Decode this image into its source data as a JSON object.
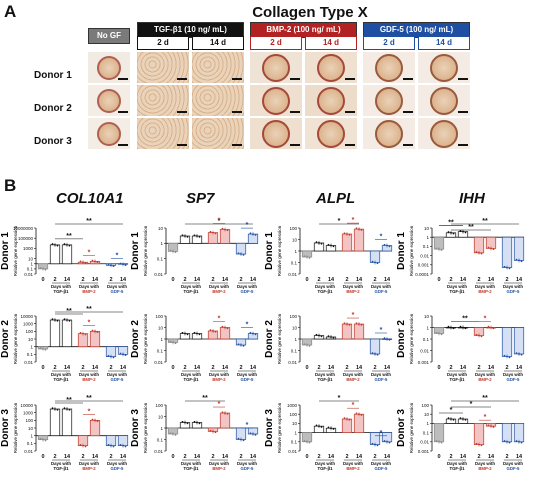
{
  "panel_a": {
    "letter": "A",
    "title": "Collagen Type X",
    "no_gf_label": "No GF",
    "groups": [
      {
        "label": "TGF-β1 (10 ng/ mL)",
        "color": "#111111",
        "days": [
          "2 d",
          "14 d"
        ]
      },
      {
        "label": "BMP-2 (100 ng/ mL)",
        "color": "#b22222",
        "days": [
          "2 d",
          "14 d"
        ]
      },
      {
        "label": "GDF-5 (100 ng/ mL)",
        "color": "#1f4fa3",
        "days": [
          "2 d",
          "14 d"
        ]
      }
    ],
    "donors": [
      "Donor 1",
      "Donor 2",
      "Donor 3"
    ]
  },
  "panel_b": {
    "letter": "B",
    "genes": [
      "COL10A1",
      "SP7",
      "ALPL",
      "IHH"
    ],
    "donors": [
      "Donor 1",
      "Donor 2",
      "Donor 3"
    ],
    "y_axis_label": "Relative gene expression",
    "x_labels": [
      "0",
      "2",
      "14",
      "2",
      "14",
      "2",
      "14"
    ],
    "group_labels": [
      {
        "line1": "Days with",
        "line2": "TGF-β1",
        "color": "#111111"
      },
      {
        "line1": "Days with",
        "line2": "BMP-2",
        "color": "#c0392b"
      },
      {
        "line1": "Days with",
        "line2": "GDF-5",
        "color": "#1f4fa3"
      }
    ],
    "bar_colors": [
      "#bdbdbd",
      "#ffffff",
      "#ffffff",
      "#f2c4c4",
      "#f2c4c4",
      "#d6e0f5",
      "#d6e0f5"
    ],
    "bar_strokes": [
      "#888888",
      "#111111",
      "#111111",
      "#c0392b",
      "#c0392b",
      "#1f4fa3",
      "#1f4fa3"
    ]
  },
  "chart_data": [
    {
      "type": "bar",
      "gene": "COL10A1",
      "donor": "Donor 1",
      "yticks": [
        "10000000",
        "100000",
        "1000",
        "10",
        "1",
        "0.1",
        "0.01"
      ],
      "ylim": [
        0.01,
        10000000
      ],
      "values": [
        0.1,
        5000,
        5000,
        2,
        3,
        0.5,
        0.8
      ],
      "sig": [
        [
          "**",
          1,
          6
        ],
        [
          "**",
          1,
          3
        ],
        [
          "*",
          3,
          4
        ],
        [
          "*",
          5,
          6
        ]
      ]
    },
    {
      "type": "bar",
      "gene": "SP7",
      "donor": "Donor 1",
      "yticks": [
        "10",
        "1",
        "0.1",
        "0.01"
      ],
      "ylim": [
        0.01,
        10
      ],
      "values": [
        0.3,
        3,
        3,
        5,
        8,
        0.2,
        4
      ],
      "sig": [
        [
          "*",
          1,
          6
        ],
        [
          "*",
          3,
          4
        ],
        [
          "*",
          5,
          6
        ]
      ]
    },
    {
      "type": "bar",
      "gene": "ALPL",
      "donor": "Donor 1",
      "yticks": [
        "100",
        "10",
        "1",
        "0.1",
        "0.01"
      ],
      "ylim": [
        0.01,
        100
      ],
      "values": [
        0.3,
        5,
        3,
        30,
        80,
        0.1,
        3
      ],
      "sig": [
        [
          "*",
          1,
          4
        ],
        [
          "*",
          3,
          4
        ],
        [
          "*",
          5,
          6
        ]
      ]
    },
    {
      "type": "bar",
      "gene": "IHH",
      "donor": "Donor 1",
      "yticks": [
        "10",
        "1",
        "0.1",
        "0.01",
        "0.001",
        "0.0001"
      ],
      "ylim": [
        0.0001,
        10
      ],
      "values": [
        0.05,
        3,
        4,
        0.02,
        0.06,
        0.0005,
        0.003
      ],
      "sig": [
        [
          "**",
          1,
          6
        ],
        [
          "**",
          1,
          4
        ],
        [
          "**",
          0,
          2
        ]
      ]
    },
    {
      "type": "bar",
      "gene": "COL10A1",
      "donor": "Donor 2",
      "yticks": [
        "10000",
        "1000",
        "100",
        "10",
        "1",
        "0.1",
        "0.01"
      ],
      "ylim": [
        0.01,
        10000
      ],
      "values": [
        0.5,
        3000,
        3000,
        50,
        100,
        0.05,
        0.1
      ],
      "sig": [
        [
          "**",
          1,
          6
        ],
        [
          "**",
          1,
          3
        ],
        [
          "*",
          3,
          4
        ]
      ]
    },
    {
      "type": "bar",
      "gene": "SP7",
      "donor": "Donor 2",
      "yticks": [
        "100",
        "10",
        "1",
        "0.1",
        "0.01"
      ],
      "ylim": [
        0.01,
        100
      ],
      "values": [
        0.5,
        3,
        3,
        5,
        10,
        0.3,
        3
      ],
      "sig": [
        [
          "*",
          3,
          4
        ],
        [
          "*",
          5,
          6
        ]
      ]
    },
    {
      "type": "bar",
      "gene": "ALPL",
      "donor": "Donor 2",
      "yticks": [
        "100",
        "10",
        "1",
        "0.1",
        "0.01"
      ],
      "ylim": [
        0.01,
        100
      ],
      "values": [
        0.3,
        2,
        1.5,
        20,
        20,
        0.05,
        1
      ],
      "sig": [
        [
          "*",
          3,
          4
        ],
        [
          "*",
          5,
          6
        ]
      ]
    },
    {
      "type": "bar",
      "gene": "IHH",
      "donor": "Donor 2",
      "yticks": [
        "10",
        "1",
        "0.1",
        "0.01",
        "0.001"
      ],
      "ylim": [
        0.001,
        10
      ],
      "values": [
        0.3,
        1,
        1,
        0.2,
        1,
        0.003,
        0.005
      ],
      "sig": [
        [
          "**",
          1,
          3
        ],
        [
          "*",
          3,
          4
        ]
      ]
    },
    {
      "type": "bar",
      "gene": "COL10A1",
      "donor": "Donor 3",
      "yticks": [
        "10000",
        "1000",
        "100",
        "10",
        "1",
        "0.1",
        "0.01"
      ],
      "ylim": [
        0.01,
        10000
      ],
      "values": [
        0.3,
        3000,
        3000,
        0.05,
        100,
        0.05,
        0.05
      ],
      "sig": [
        [
          "**",
          1,
          6
        ],
        [
          "**",
          1,
          3
        ],
        [
          "*",
          3,
          4
        ]
      ]
    },
    {
      "type": "bar",
      "gene": "SP7",
      "donor": "Donor 3",
      "yticks": [
        "100",
        "10",
        "1",
        "0.1",
        "0.01"
      ],
      "ylim": [
        0.01,
        100
      ],
      "values": [
        0.3,
        3,
        3,
        0.5,
        20,
        0.1,
        0.3
      ],
      "sig": [
        [
          "**",
          1,
          4
        ],
        [
          "*",
          3,
          4
        ],
        [
          "*",
          5,
          6
        ]
      ]
    },
    {
      "type": "bar",
      "gene": "ALPL",
      "donor": "Donor 3",
      "yticks": [
        "1000",
        "100",
        "10",
        "1",
        "0.1",
        "0.01"
      ],
      "ylim": [
        0.01,
        1000
      ],
      "values": [
        0.1,
        5,
        3,
        30,
        100,
        0.05,
        0.1
      ],
      "sig": [
        [
          "*",
          1,
          4
        ],
        [
          "*",
          3,
          4
        ],
        [
          "*",
          5,
          6
        ]
      ]
    },
    {
      "type": "bar",
      "gene": "IHH",
      "donor": "Donor 3",
      "yticks": [
        "100",
        "10",
        "1",
        "0.1",
        "0.01",
        "0.001"
      ],
      "ylim": [
        0.001,
        100
      ],
      "values": [
        0.01,
        3,
        3,
        0.005,
        0.5,
        0.01,
        0.01
      ],
      "sig": [
        [
          "**",
          1,
          6
        ],
        [
          "*",
          1,
          4
        ],
        [
          "*",
          3,
          4
        ],
        [
          "*",
          0,
          2
        ]
      ]
    }
  ]
}
